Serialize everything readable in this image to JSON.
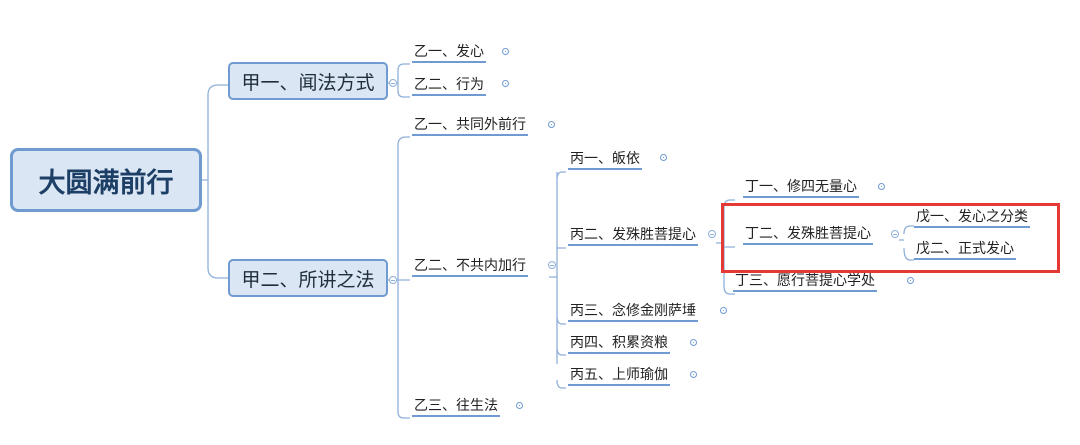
{
  "root": {
    "label": "大圆满前行"
  },
  "branches": {
    "jia1": {
      "label": "甲一、闻法方式"
    },
    "jia2": {
      "label": "甲二、所讲之法"
    }
  },
  "nodes": {
    "yi1_1": "乙一、发心",
    "yi1_2": "乙二、行为",
    "yi2_1": "乙一、共同外前行",
    "yi2_2": "乙二、不共内加行",
    "yi2_3": "乙三、往生法",
    "bing1": "丙一、皈依",
    "bing2": "丙二、发殊胜菩提心",
    "bing3": "丙三、念修金刚萨埵",
    "bing4": "丙四、积累资粮",
    "bing5": "丙五、上师瑜伽",
    "ding1": "丁一、修四无量心",
    "ding2": "丁二、发殊胜菩提心",
    "ding3": "丁三、愿行菩提心学处",
    "wu1": "戊一、发心之分类",
    "wu2": "戊二、正式发心"
  },
  "colors": {
    "line": "#8fb0d8",
    "box_fill": "#dbe6f4",
    "box_border": "#6f9bd1",
    "highlight": "#e53935"
  }
}
